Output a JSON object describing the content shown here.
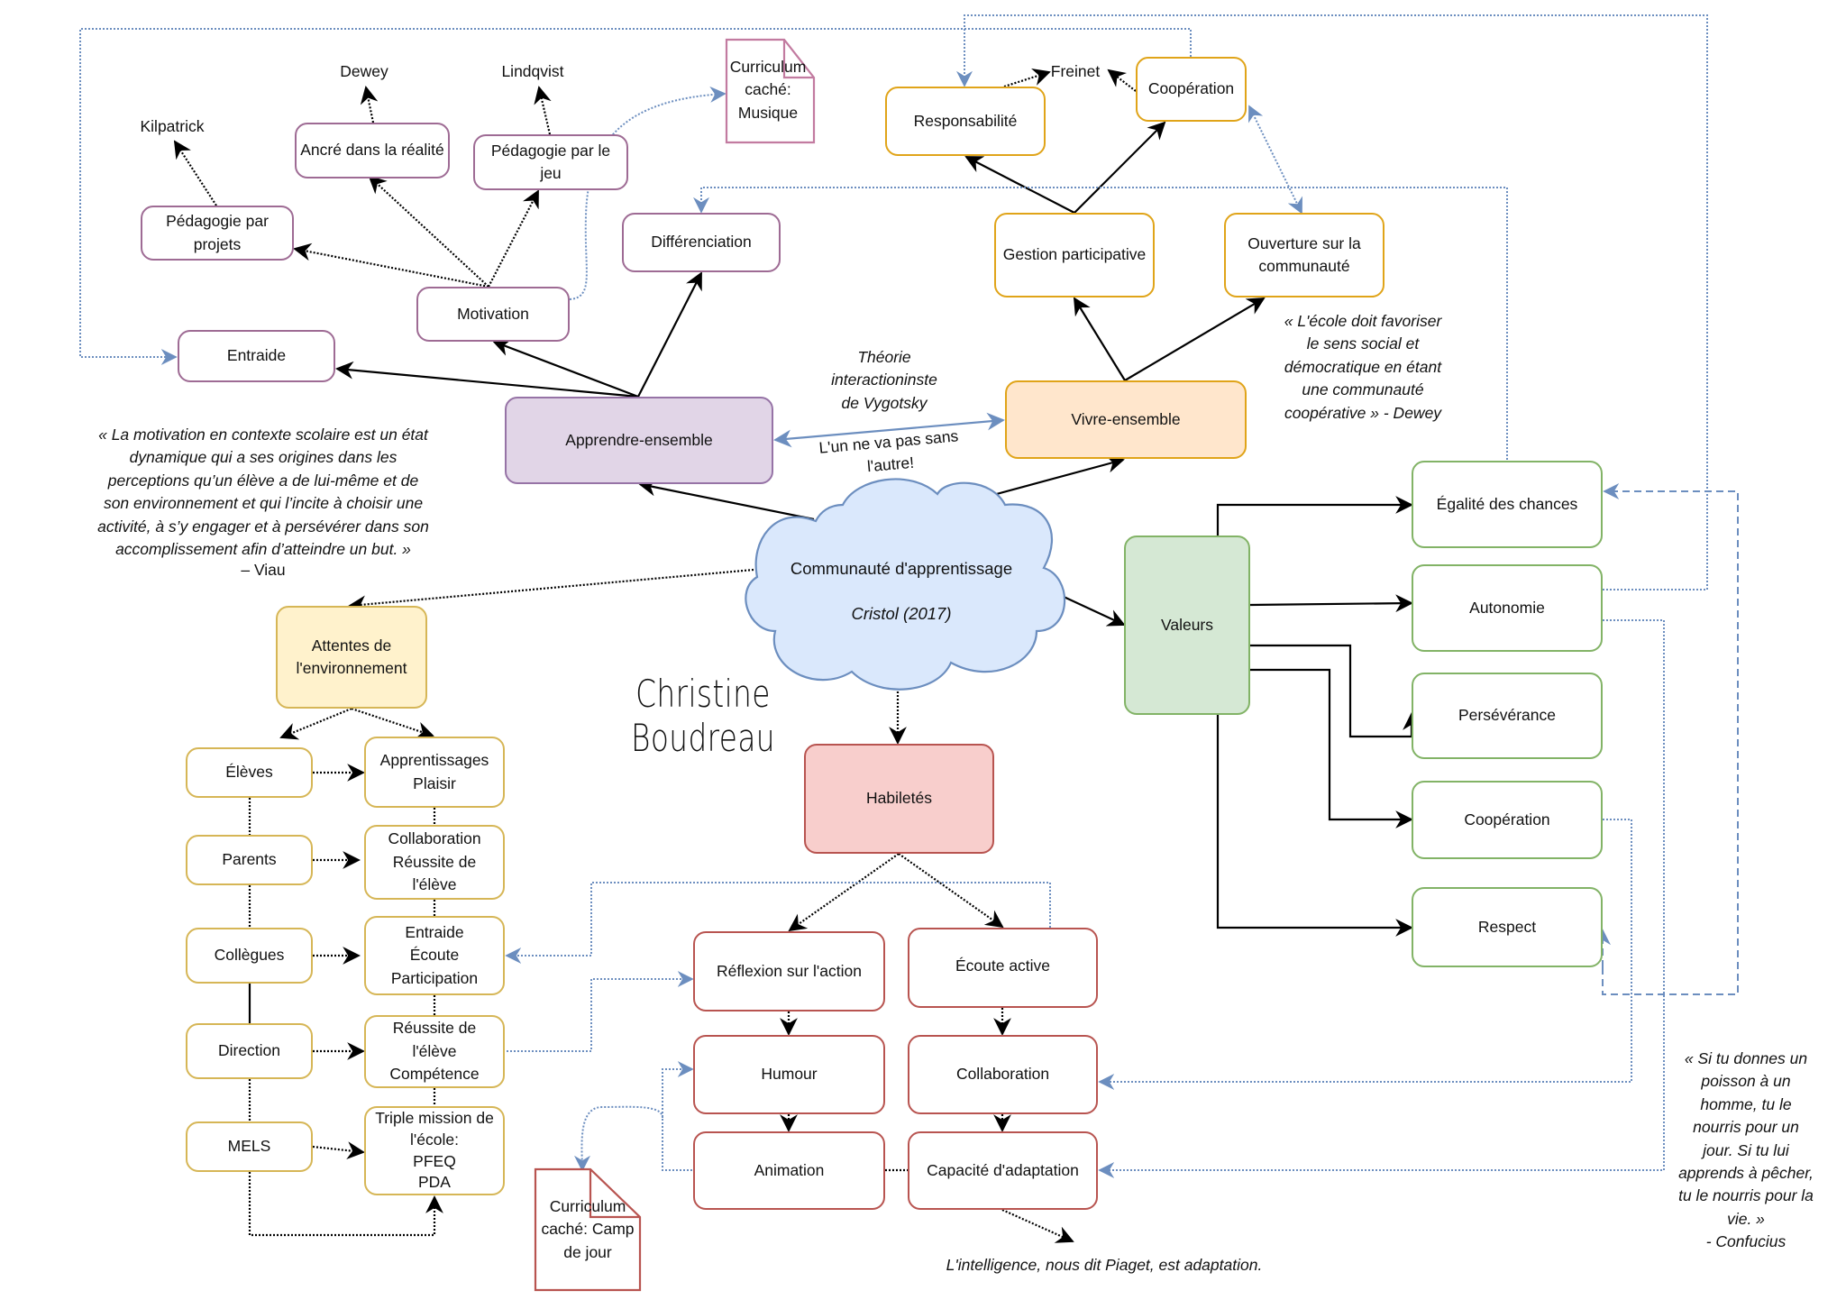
{
  "title": "Communauté d'apprentissage",
  "author_signature": "Christine Boudreau",
  "colors": {
    "purple_border": "#9e6b94",
    "purple_fill": "#e1d5e7",
    "orange_border": "#e0a419",
    "orange_fill": "#ffe6cc",
    "yellow_border": "#d6b656",
    "yellow_fill": "#fff2cc",
    "green_border": "#82b366",
    "green_fill": "#d5e8d4",
    "red_border": "#b85450",
    "red_fill": "#f8cecc",
    "cloud_fill": "#dae8fc",
    "cloud_border": "#6c8ebf",
    "link_blue": "#6c8ebf",
    "doc_purple": "#c27ba0",
    "doc_red": "#b85450"
  },
  "center": {
    "label": "Communauté d'apprentissage",
    "source": "Cristol (2017)"
  },
  "apprendre": {
    "label": "Apprendre-ensemble",
    "children": {
      "entraide": "Entraide",
      "motivation": "Motivation",
      "differenciation": "Différenciation"
    },
    "motivation_children": {
      "projets": "Pédagogie par\nprojets",
      "realite": "Ancré dans la réalité",
      "jeu": "Pédagogie par le jeu"
    },
    "authors": {
      "kilpatrick": "Kilpatrick",
      "dewey": "Dewey",
      "lindqvist": "Lindqvist"
    },
    "doc_musique": "Curriculum\ncaché:\nMusique"
  },
  "vivre": {
    "label": "Vivre-ensemble",
    "children": {
      "gestion": "Gestion participative",
      "ouverture": "Ouverture sur la\ncommunauté"
    },
    "gestion_children": {
      "responsabilite": "Responsabilité",
      "cooperation": "Coopération"
    },
    "author_freinet": "Freinet"
  },
  "link_annotations": {
    "theorie": "Théorie\ninteractioninste\nde Vygotsky",
    "lun_ne_va_pas": "L'un ne va pas sans\nl'autre!"
  },
  "quotes": {
    "viau": "« La motivation en contexte scolaire est un état\ndynamique qui a ses origines dans les\nperceptions qu’un élève a de lui-même et de\nson environnement et qui l’incite à choisir une\nactivité, à s’y engager et à persévérer dans son\naccomplissement afin d’atteindre un but. »",
    "viau_author": "– Viau",
    "dewey": "« L'école doit favoriser\nle sens social et\ndémocratique en étant\nune communauté\ncoopérative » - Dewey",
    "confucius": "« Si tu donnes un\npoisson à un\nhomme, tu le\nnourris pour un\njour. Si tu lui\napprends à pêcher,\ntu le nourris pour la\nvie. »\n- Confucius",
    "piaget": "L'intelligence, nous dit Piaget, est adaptation."
  },
  "attentes": {
    "label": "Attentes de\nl'environnement",
    "actors": [
      "Élèves",
      "Parents",
      "Collègues",
      "Direction",
      "MELS"
    ],
    "expectations": [
      "Apprentissages\nPlaisir",
      "Collaboration\nRéussite de l'élève",
      "Entraide\nÉcoute\nParticipation",
      "Réussite de l'élève\nCompétence",
      "Triple mission de\nl'école:\nPFEQ\nPDA"
    ]
  },
  "valeurs": {
    "label": "Valeurs",
    "items": [
      "Égalité des chances",
      "Autonomie",
      "Persévérance",
      "Coopération",
      "Respect"
    ]
  },
  "habiletes": {
    "label": "Habiletés",
    "items": {
      "reflexion": "Réflexion sur l'action",
      "ecoute": "Écoute active",
      "humour": "Humour",
      "collaboration": "Collaboration",
      "animation": "Animation",
      "adaptation": "Capacité d'adaptation"
    },
    "doc_camp": "Curriculum\ncaché: Camp\nde jour"
  }
}
